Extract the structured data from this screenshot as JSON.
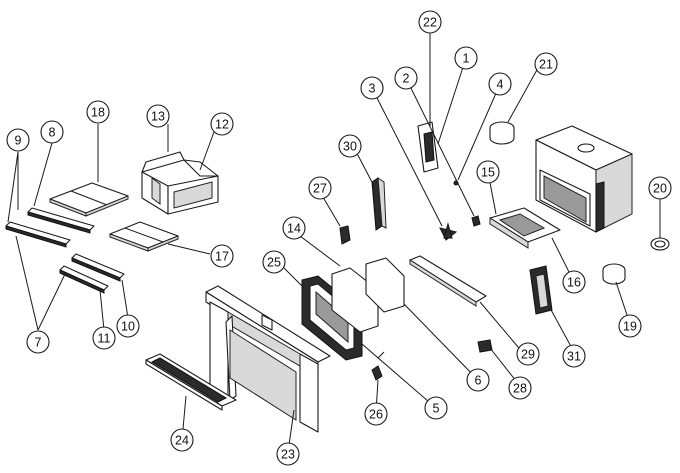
{
  "diagram": {
    "type": "exploded-parts-diagram",
    "callouts": [
      {
        "id": "c1",
        "label": "1"
      },
      {
        "id": "c2",
        "label": "2"
      },
      {
        "id": "c3",
        "label": "3"
      },
      {
        "id": "c4",
        "label": "4"
      },
      {
        "id": "c5",
        "label": "5"
      },
      {
        "id": "c6",
        "label": "6"
      },
      {
        "id": "c7",
        "label": "7"
      },
      {
        "id": "c8",
        "label": "8"
      },
      {
        "id": "c9",
        "label": "9"
      },
      {
        "id": "c10",
        "label": "10"
      },
      {
        "id": "c11",
        "label": "11"
      },
      {
        "id": "c12",
        "label": "12"
      },
      {
        "id": "c13",
        "label": "13"
      },
      {
        "id": "c14",
        "label": "14"
      },
      {
        "id": "c15",
        "label": "15"
      },
      {
        "id": "c16",
        "label": "16"
      },
      {
        "id": "c17",
        "label": "17"
      },
      {
        "id": "c18",
        "label": "18"
      },
      {
        "id": "c19",
        "label": "19"
      },
      {
        "id": "c20",
        "label": "20"
      },
      {
        "id": "c21",
        "label": "21"
      },
      {
        "id": "c22",
        "label": "22"
      },
      {
        "id": "c23",
        "label": "23"
      },
      {
        "id": "c24",
        "label": "24"
      },
      {
        "id": "c25",
        "label": "25"
      },
      {
        "id": "c26",
        "label": "26"
      },
      {
        "id": "c27",
        "label": "27"
      },
      {
        "id": "c28",
        "label": "28"
      },
      {
        "id": "c29",
        "label": "29"
      },
      {
        "id": "c30",
        "label": "30"
      },
      {
        "id": "c31",
        "label": "31"
      }
    ]
  }
}
